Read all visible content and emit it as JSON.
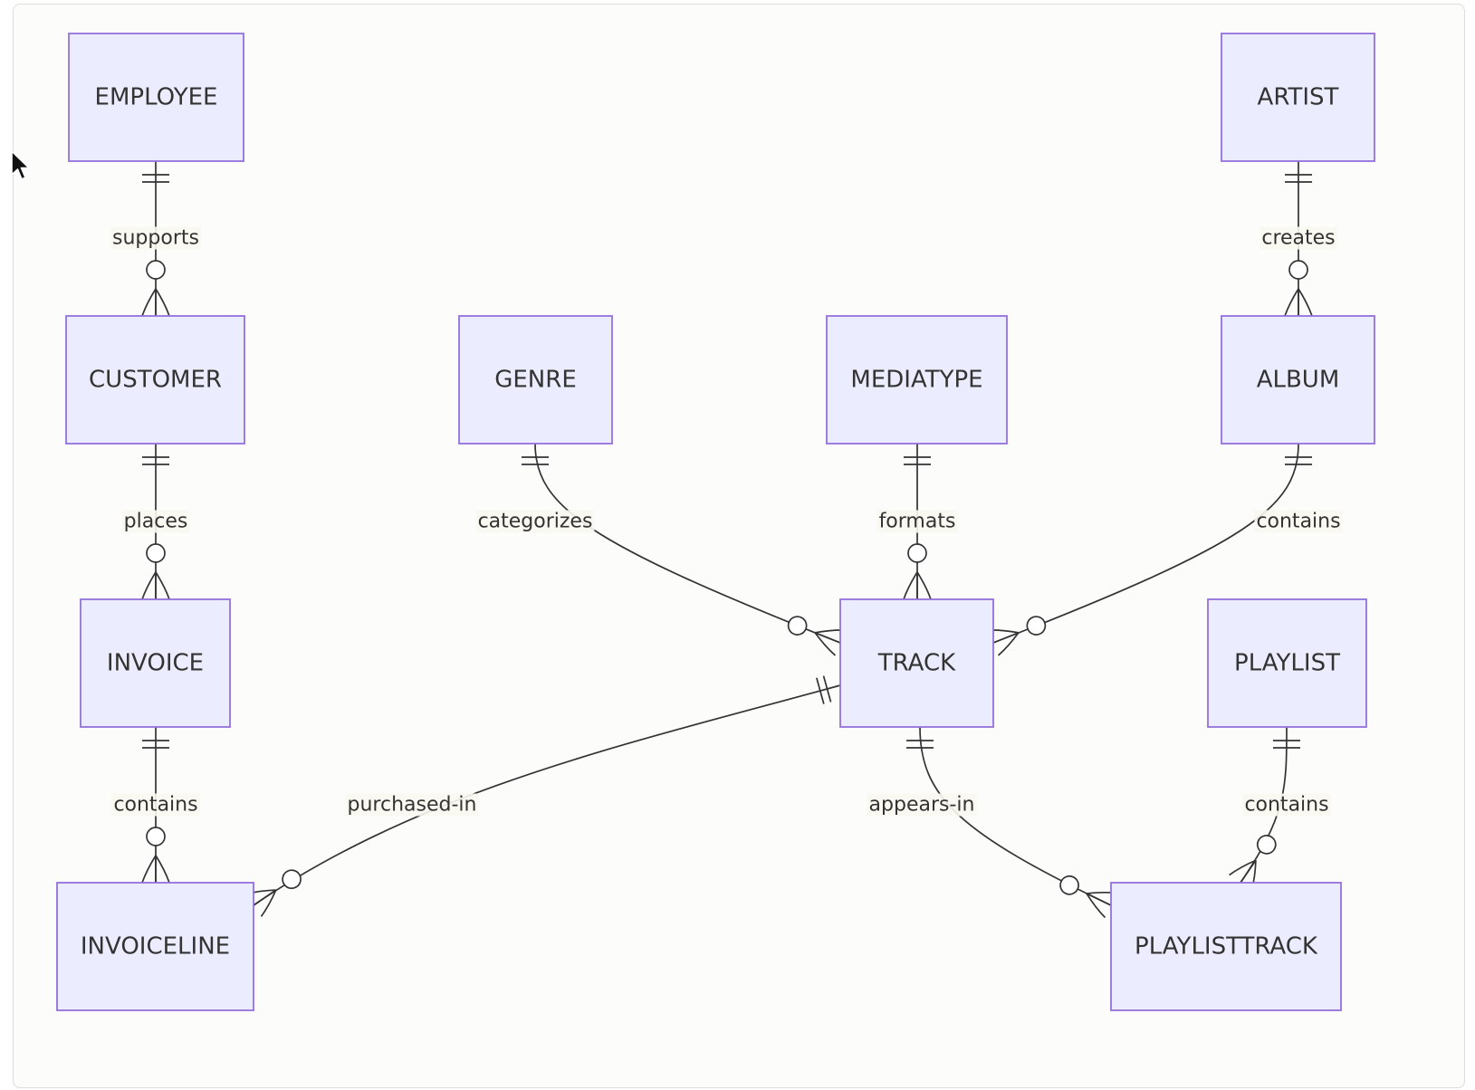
{
  "diagram": {
    "entities": [
      {
        "id": "EMPLOYEE",
        "label": "EMPLOYEE"
      },
      {
        "id": "ARTIST",
        "label": "ARTIST"
      },
      {
        "id": "CUSTOMER",
        "label": "CUSTOMER"
      },
      {
        "id": "GENRE",
        "label": "GENRE"
      },
      {
        "id": "MEDIATYPE",
        "label": "MEDIATYPE"
      },
      {
        "id": "ALBUM",
        "label": "ALBUM"
      },
      {
        "id": "INVOICE",
        "label": "INVOICE"
      },
      {
        "id": "TRACK",
        "label": "TRACK"
      },
      {
        "id": "PLAYLIST",
        "label": "PLAYLIST"
      },
      {
        "id": "INVOICELINE",
        "label": "INVOICELINE"
      },
      {
        "id": "PLAYLISTTRACK",
        "label": "PLAYLISTTRACK"
      }
    ],
    "relationships": [
      {
        "from": "EMPLOYEE",
        "to": "CUSTOMER",
        "label": "supports",
        "from_card": "exactly-one",
        "to_card": "zero-or-more"
      },
      {
        "from": "ARTIST",
        "to": "ALBUM",
        "label": "creates",
        "from_card": "exactly-one",
        "to_card": "zero-or-more"
      },
      {
        "from": "CUSTOMER",
        "to": "INVOICE",
        "label": "places",
        "from_card": "exactly-one",
        "to_card": "zero-or-more"
      },
      {
        "from": "GENRE",
        "to": "TRACK",
        "label": "categorizes",
        "from_card": "exactly-one",
        "to_card": "zero-or-more"
      },
      {
        "from": "MEDIATYPE",
        "to": "TRACK",
        "label": "formats",
        "from_card": "exactly-one",
        "to_card": "zero-or-more"
      },
      {
        "from": "ALBUM",
        "to": "TRACK",
        "label": "contains",
        "from_card": "exactly-one",
        "to_card": "zero-or-more"
      },
      {
        "from": "INVOICE",
        "to": "INVOICELINE",
        "label": "contains",
        "from_card": "exactly-one",
        "to_card": "zero-or-more"
      },
      {
        "from": "TRACK",
        "to": "INVOICELINE",
        "label": "purchased-in",
        "from_card": "exactly-one",
        "to_card": "zero-or-more"
      },
      {
        "from": "TRACK",
        "to": "PLAYLISTTRACK",
        "label": "appears-in",
        "from_card": "exactly-one",
        "to_card": "zero-or-more"
      },
      {
        "from": "PLAYLIST",
        "to": "PLAYLISTTRACK",
        "label": "contains",
        "from_card": "exactly-one",
        "to_card": "zero-or-more"
      }
    ]
  },
  "colors": {
    "entity_fill": "#ececff",
    "entity_stroke": "#9370db",
    "line": "#333333",
    "background": "#fcfcfb"
  }
}
